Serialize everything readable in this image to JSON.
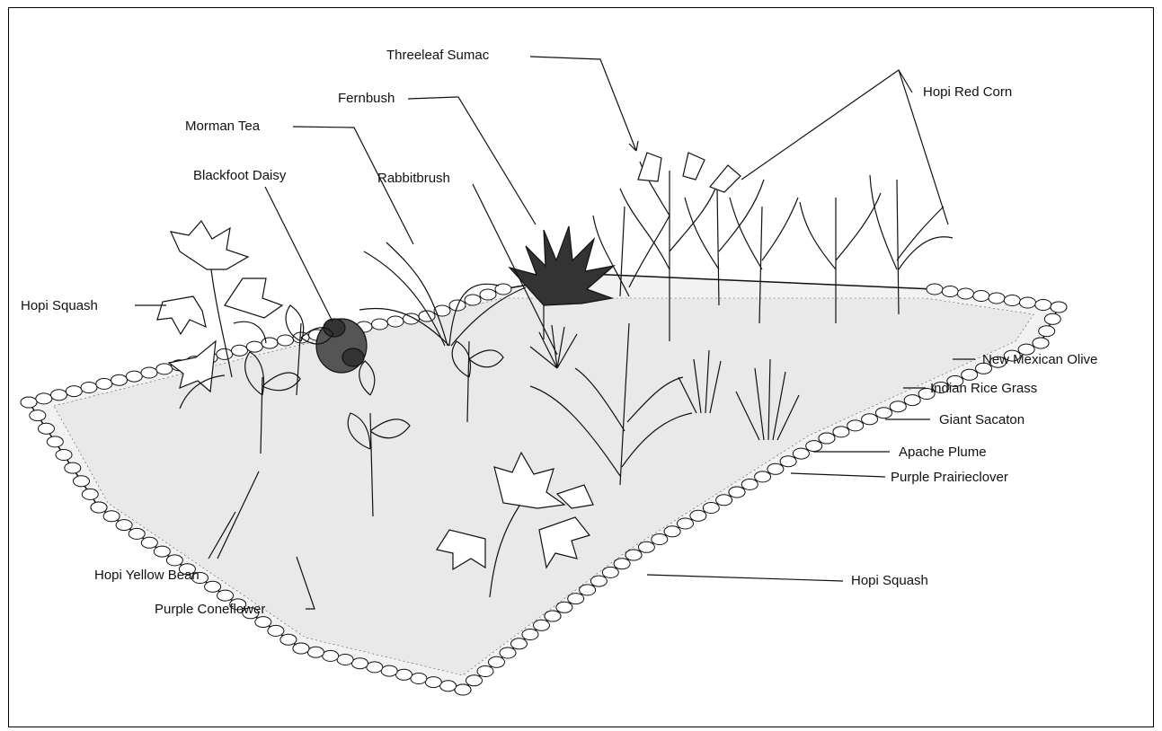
{
  "labels": {
    "threeleaf_sumac": "Threeleaf Sumac",
    "hopi_red_corn": "Hopi Red Corn",
    "fernbush": "Fernbush",
    "morman_tea": "Morman Tea",
    "blackfoot_daisy": "Blackfoot Daisy",
    "rabbitbrush": "Rabbitbrush",
    "hopi_squash_left": "Hopi Squash",
    "new_mexican_olive": "New Mexican Olive",
    "indian_rice_grass": "Indian Rice Grass",
    "giant_sacaton": "Giant Sacaton",
    "apache_plume": "Apache Plume",
    "purple_prairieclover": "Purple Prairieclover",
    "hopi_yellow_bean": "Hopi Yellow Bean",
    "purple_coneflower": "Purple Coneflower",
    "hopi_squash_right": "Hopi Squash"
  },
  "colors": {
    "ink": "#111111",
    "paper": "#ffffff",
    "soil": "#f2f2f2"
  }
}
